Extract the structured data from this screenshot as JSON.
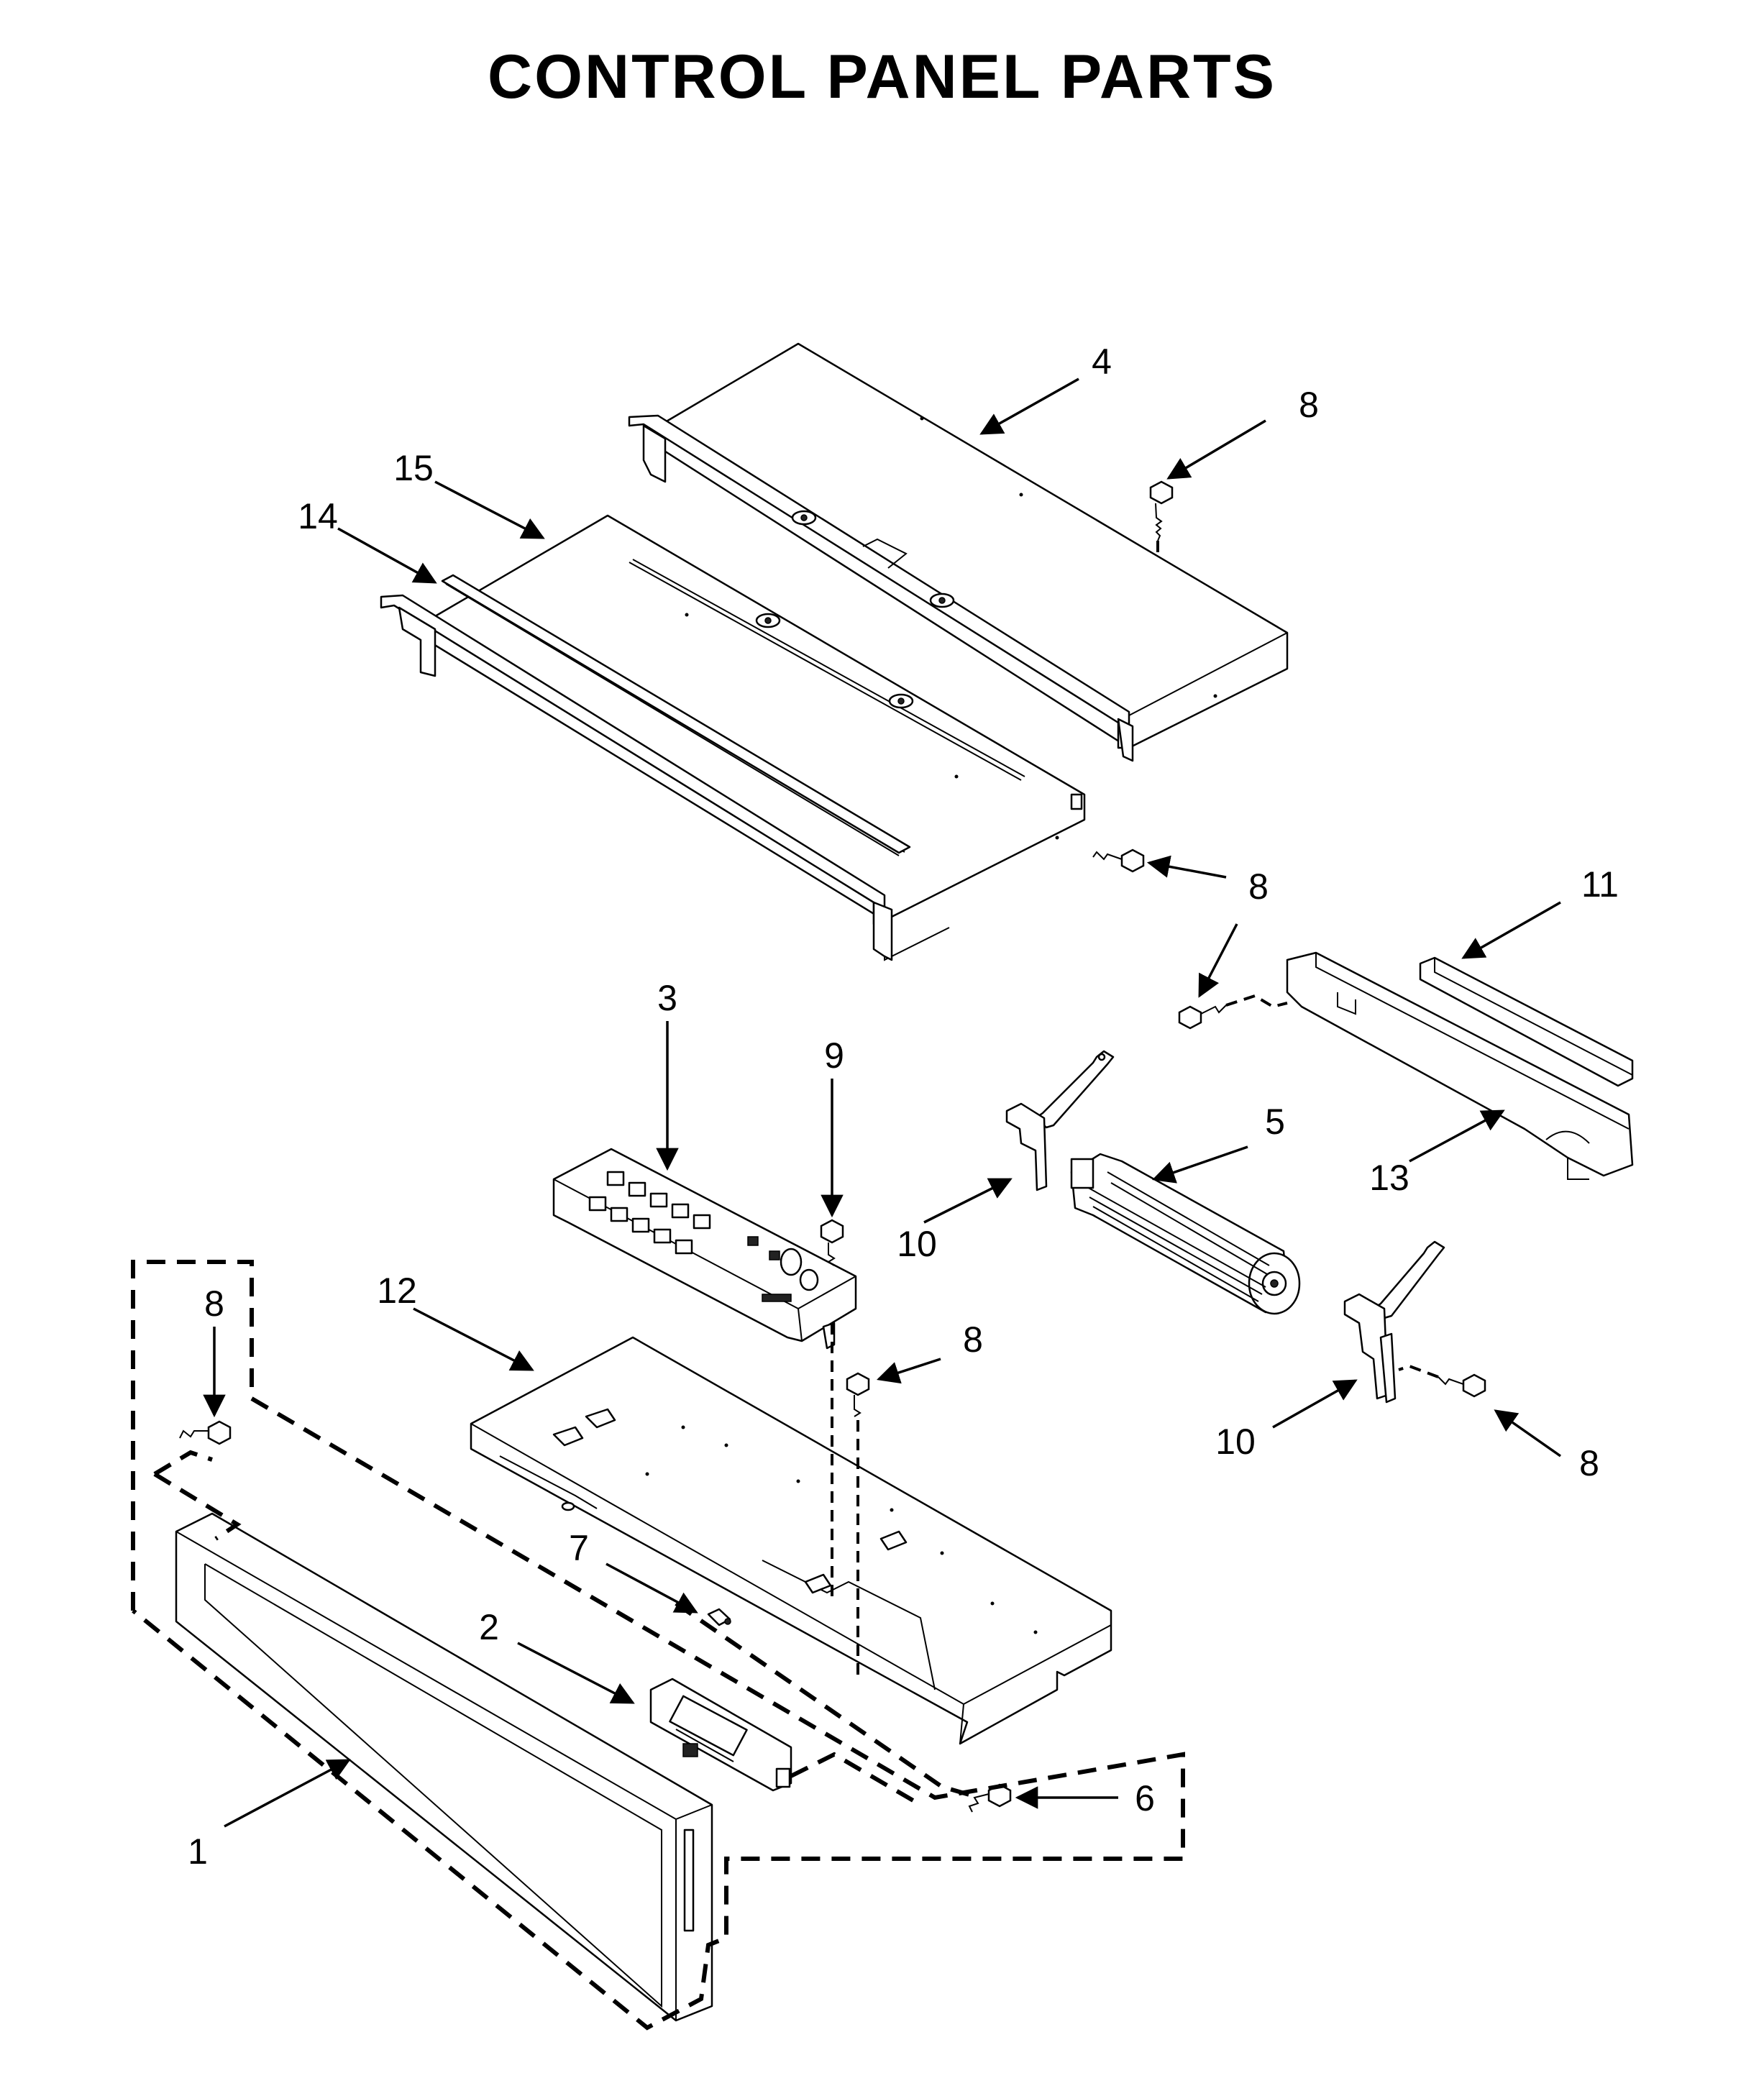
{
  "title": "CONTROL PANEL PARTS",
  "callouts": [
    {
      "id": "callout-4",
      "label": "4"
    },
    {
      "id": "callout-8-top",
      "label": "8"
    },
    {
      "id": "callout-15",
      "label": "15"
    },
    {
      "id": "callout-14",
      "label": "14"
    },
    {
      "id": "callout-8-mid",
      "label": "8"
    },
    {
      "id": "callout-11",
      "label": "11"
    },
    {
      "id": "callout-8-bracket",
      "label": "8"
    },
    {
      "id": "callout-3",
      "label": "3"
    },
    {
      "id": "callout-9",
      "label": "9"
    },
    {
      "id": "callout-5",
      "label": "5"
    },
    {
      "id": "callout-10-upper",
      "label": "10"
    },
    {
      "id": "callout-13",
      "label": "13"
    },
    {
      "id": "callout-12",
      "label": "12"
    },
    {
      "id": "callout-8-left",
      "label": "8"
    },
    {
      "id": "callout-8-center",
      "label": "8"
    },
    {
      "id": "callout-10-lower",
      "label": "10"
    },
    {
      "id": "callout-8-right",
      "label": "8"
    },
    {
      "id": "callout-7",
      "label": "7"
    },
    {
      "id": "callout-2",
      "label": "2"
    },
    {
      "id": "callout-6",
      "label": "6"
    },
    {
      "id": "callout-1",
      "label": "1"
    }
  ]
}
